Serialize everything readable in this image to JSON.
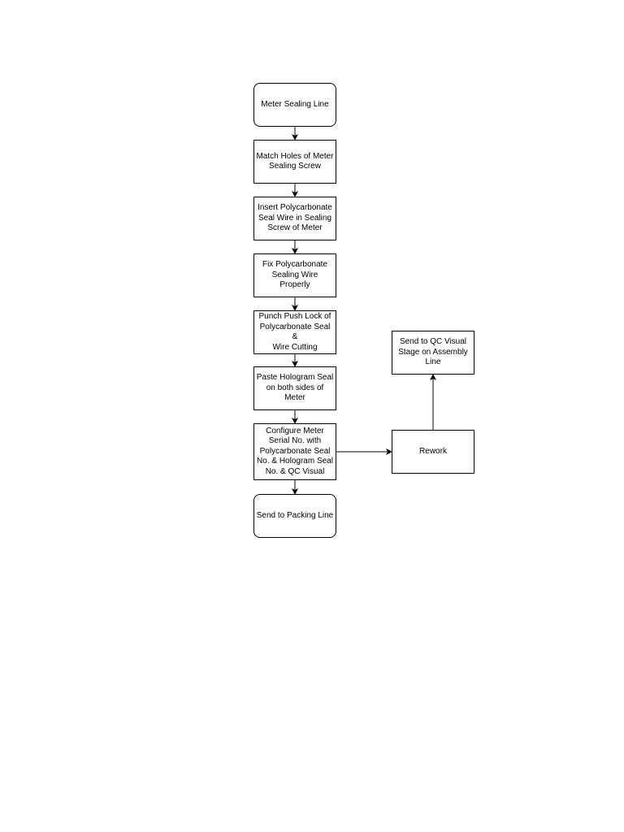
{
  "diagram": {
    "nodes": [
      {
        "id": "start",
        "shape": "terminal",
        "label": "Meter Sealing Line"
      },
      {
        "id": "match-holes",
        "shape": "process",
        "label": "Match Holes of Meter\nSealing Screw"
      },
      {
        "id": "insert-wire",
        "shape": "process",
        "label": "Insert Polycarbonate\nSeal Wire in Sealing\nScrew of Meter"
      },
      {
        "id": "fix-wire",
        "shape": "process",
        "label": "Fix Polycarbonate\nSealing Wire Properly"
      },
      {
        "id": "punch-lock",
        "shape": "process",
        "label": "Punch Push Lock of\nPolycarbonate Seal &\nWire Cutting"
      },
      {
        "id": "paste-hologram",
        "shape": "process",
        "label": "Paste Hologram Seal\non both sides of\nMeter"
      },
      {
        "id": "configure-serial",
        "shape": "process",
        "label": "Configure Meter\nSerial No. with\nPolycarbonate Seal\nNo. & Hologram Seal\nNo. & QC Visual"
      },
      {
        "id": "packing",
        "shape": "terminal",
        "label": "Send to Packing Line"
      },
      {
        "id": "rework",
        "shape": "process",
        "label": "Rework"
      },
      {
        "id": "qc-visual",
        "shape": "process",
        "label": "Send to QC Visual\nStage on Assembly\nLine"
      }
    ],
    "edges": [
      {
        "from": "start",
        "to": "match-holes"
      },
      {
        "from": "match-holes",
        "to": "insert-wire"
      },
      {
        "from": "insert-wire",
        "to": "fix-wire"
      },
      {
        "from": "fix-wire",
        "to": "punch-lock"
      },
      {
        "from": "punch-lock",
        "to": "paste-hologram"
      },
      {
        "from": "paste-hologram",
        "to": "configure-serial"
      },
      {
        "from": "configure-serial",
        "to": "packing"
      },
      {
        "from": "configure-serial",
        "to": "rework"
      },
      {
        "from": "rework",
        "to": "qc-visual"
      }
    ],
    "colors": {
      "stroke": "#000000",
      "fill": "#ffffff",
      "text": "#000000"
    }
  }
}
